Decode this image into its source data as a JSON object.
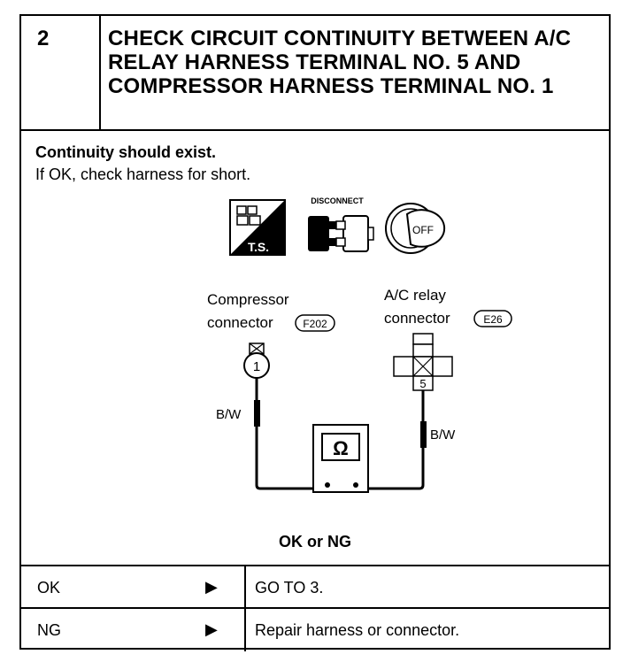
{
  "step": {
    "number": "2",
    "title": "CHECK CIRCUIT CONTINUITY BETWEEN A/C RELAY HARNESS TERMINAL NO. 5 AND COMPRESSOR HARNESS TERMINAL NO. 1"
  },
  "body": {
    "lead": "Continuity should exist.",
    "note": "If OK, check harness for short."
  },
  "icons": {
    "ts_label": "T.S.",
    "disconnect_label": "DISCONNECT",
    "ignition_label": "OFF"
  },
  "diagram": {
    "compressor_line1": "Compressor",
    "compressor_line2": "connector",
    "compressor_code": "F202",
    "relay_line1": "A/C  relay",
    "relay_line2": "connector",
    "relay_code": "E26",
    "terminal_compressor": "1",
    "terminal_relay": "5",
    "wire_left": "B/W",
    "wire_right": "B/W",
    "meter_symbol": "Ω"
  },
  "verdict": "OK or NG",
  "results": [
    {
      "code": "OK",
      "arrow": "▶",
      "action": "GO TO 3."
    },
    {
      "code": "NG",
      "arrow": "▶",
      "action": "Repair harness or connector."
    }
  ]
}
